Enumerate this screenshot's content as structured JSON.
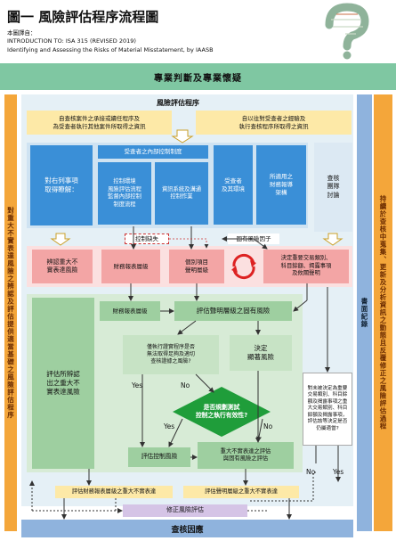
{
  "header": {
    "title": "圖一 風險評估程序流程圖",
    "source_label": "本圖譯自：",
    "source_line1": "INTRODUCTION TO:   ISA 315 (REVISED 2019)",
    "source_line2": "Identifying and Assessing the Risks of Material Misstatement, by IAASB"
  },
  "top_banner": "專業判斷及專業懷疑",
  "left_sidebar": "對重大不實表達風險之辨認及評估提供適當基礎之風險評估程序",
  "right_sidebar_outer": "持續於查核中蒐集、更新及分析資訊之動態且反覆修正之風險評估過程",
  "right_sidebar_inner": "書面紀錄",
  "risk_procedure_title": "風險評估程序",
  "yellow_left": "自查核案件之承接或續任程序及\n為受查者執行其他案件所取得之資訊",
  "yellow_right": "自以往對受查者之經驗及\n執行查核程序所取得之資訊",
  "understand_label": "對右列事項\n取得瞭解：",
  "blue_top": "受查者之內部控制制度",
  "blue_ctrl_env": "控制環境\n風險評估流程\n監督內部控制\n制度流程",
  "blue_info": "資訊系統及溝通\n控制作業",
  "blue_entity": "受查者\n及其環境",
  "blue_framework": "所適用之\n財務報導\n架構",
  "team_discussion": "查核\n團隊\n討論",
  "control_deficiency": "控制缺失",
  "inherent_factors": "固有風險因子",
  "pink_identify": "辨認重大不\n實表達風險",
  "pink_fs_level": "財務報表層級",
  "pink_assertion": "個別項目\n聲明層級",
  "pink_decide": "決定重要交易類別、\n科目餘額、揭露事項\n及攸關聲明",
  "fs_level_label": "財務報表層級",
  "inherent_eval": "評估聲明層級之固有風險",
  "left_eval_box": "評估所辨認\n出之重大不\n實表達風險",
  "test_only": "僅執行證實程序是否\n無法取得足夠及適切\n查核證據之風險?",
  "significant_risk": "決定\n顯著風險",
  "diamond": "是否規劃測試\n控制之執行有效性?",
  "yes1": "Yes",
  "no1": "No",
  "yes2": "Yes",
  "no2": "No",
  "yes3": "Yes",
  "no3": "No",
  "eval_control": "評估控制風險",
  "rmm_eval": "重大不實表達之評估\n與固有風險之評估",
  "right_check": "對未被決定為重要交易類別、科目餘額及揭露事項之重大交易類別、科目餘額及揭露事項，評估該等決定是否仍屬適當?",
  "bottom_left": "評估財務報表層級之重大不實表達",
  "bottom_right": "評估聲明層級之重大不實表達",
  "revise": "修正風險評估",
  "footer": "查核因應",
  "colors": {
    "banner": "#7fc7a2",
    "sidebar": "#f4a63a",
    "blue": "#3a8fd7",
    "pink": "#f3a5a5",
    "green": "#9ecfa0",
    "yellow": "#fde9a7",
    "lavender": "#d5c4e6",
    "footer": "#8fb3dd"
  }
}
